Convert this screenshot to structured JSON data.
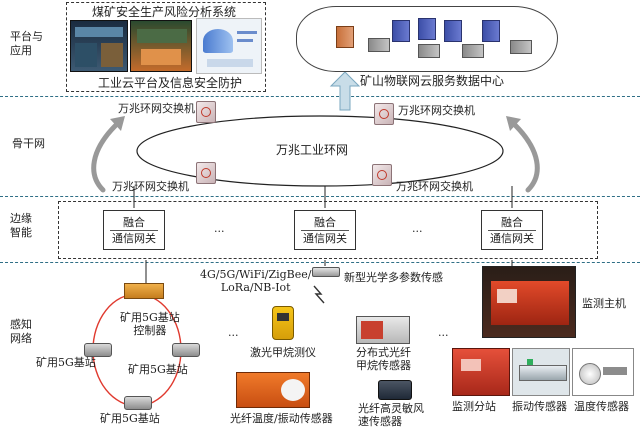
{
  "layers": {
    "platform": "平台与应用",
    "backbone": "骨干网",
    "edge_line1": "边缘",
    "edge_line2": "智能",
    "perception_line1": "感知",
    "perception_line2": "网络"
  },
  "platform": {
    "system_title": "煤矿安全生产风险分析系统",
    "cloud_platform": "工业云平台及信息安全防护",
    "data_center": "矿山物联网云服务数据中心"
  },
  "backbone": {
    "switch_label": "万兆环网交换机",
    "ring_label": "万兆工业环网"
  },
  "edge": {
    "gateway_line1": "融合",
    "gateway_line2": "通信网关",
    "ellipsis": "..."
  },
  "perception": {
    "protocols_line1": "4G/5G/WiFi/ZigBee/",
    "protocols_line2": "LoRa/NB-Iot",
    "optical_sensor": "新型光学多参数传感",
    "base_station": "矿用5G基站",
    "base_station_controller_line1": "矿用5G基站",
    "base_station_controller_line2": "控制器",
    "laser_methane": "激光甲烷测仪",
    "distributed_fiber_line1": "分布式光纤",
    "distributed_fiber_line2": "甲烷传感器",
    "fiber_temp_vibration": "光纤温度/振动传感器",
    "fiber_wind_line1": "光纤高灵敏风",
    "fiber_wind_line2": "速传感器",
    "monitor_host": "监测主机",
    "monitor_substation": "监测分站",
    "vibration_sensor": "振动传感器",
    "temperature_sensor": "温度传感器",
    "ellipsis": "..."
  }
}
